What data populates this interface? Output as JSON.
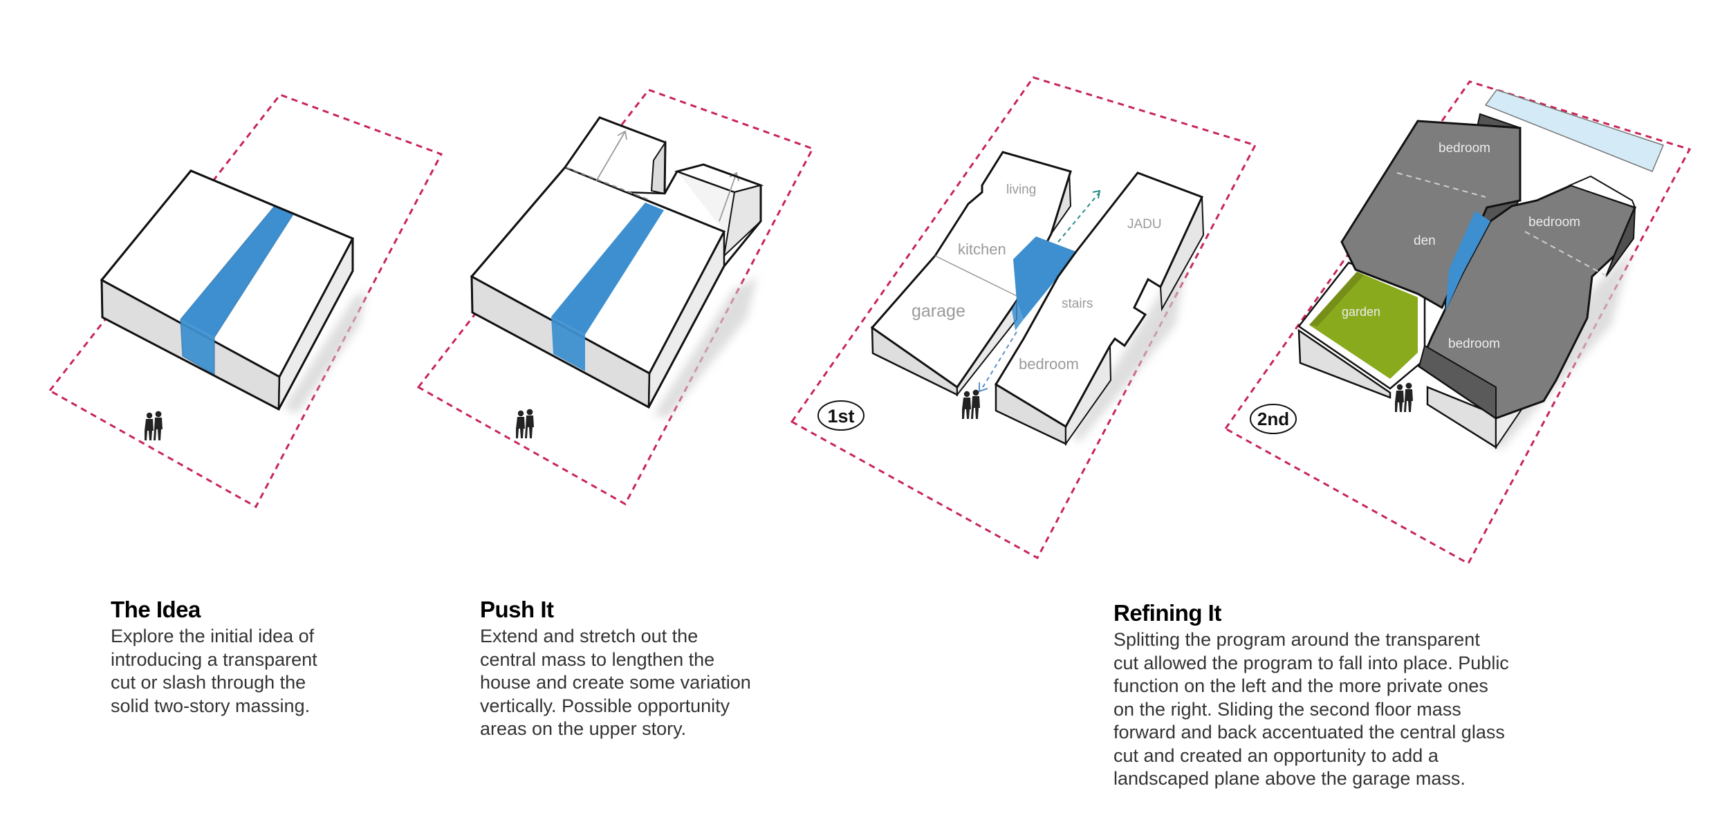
{
  "colors": {
    "property_line": "#c8245a",
    "glass": "#3d8fcf",
    "garden": "#8aaa1e",
    "pool": "#d4ebf7",
    "dark_mass": "#7d7d7d",
    "outline": "#111111"
  },
  "diagrams": [
    {
      "id": "the-idea",
      "caption": {
        "title": "The Idea",
        "lines": [
          "Explore the initial idea of",
          "introducing a transparent",
          "cut or slash through the",
          "solid two-story massing."
        ]
      }
    },
    {
      "id": "push-it",
      "caption": {
        "title": "Push It",
        "lines": [
          "Extend and stretch out the",
          "central mass to lengthen the",
          "house and create some variation",
          "vertically. Possible opportunity",
          "areas on the upper story."
        ]
      }
    },
    {
      "id": "first-floor",
      "floor_tag": "1st",
      "rooms": {
        "living": "living",
        "kitchen": "kitchen",
        "garage": "garage",
        "jadu": "JADU",
        "stairs": "stairs",
        "bedroom": "bedroom"
      }
    },
    {
      "id": "second-floor",
      "floor_tag": "2nd",
      "rooms": {
        "bedroom_top": "bedroom",
        "den": "den",
        "garden": "garden",
        "bedroom_right": "bedroom",
        "bedroom_bottom": "bedroom"
      },
      "caption": {
        "title": "Refining It",
        "lines": [
          "Splitting the program around the transparent",
          "cut allowed the program to fall into place. Public",
          "function on the left and the more private ones",
          "on the right. Sliding the second floor mass",
          "forward and back accentuated the central glass",
          "cut and created an opportunity to add a",
          "landscaped plane above the garage mass."
        ]
      }
    }
  ]
}
